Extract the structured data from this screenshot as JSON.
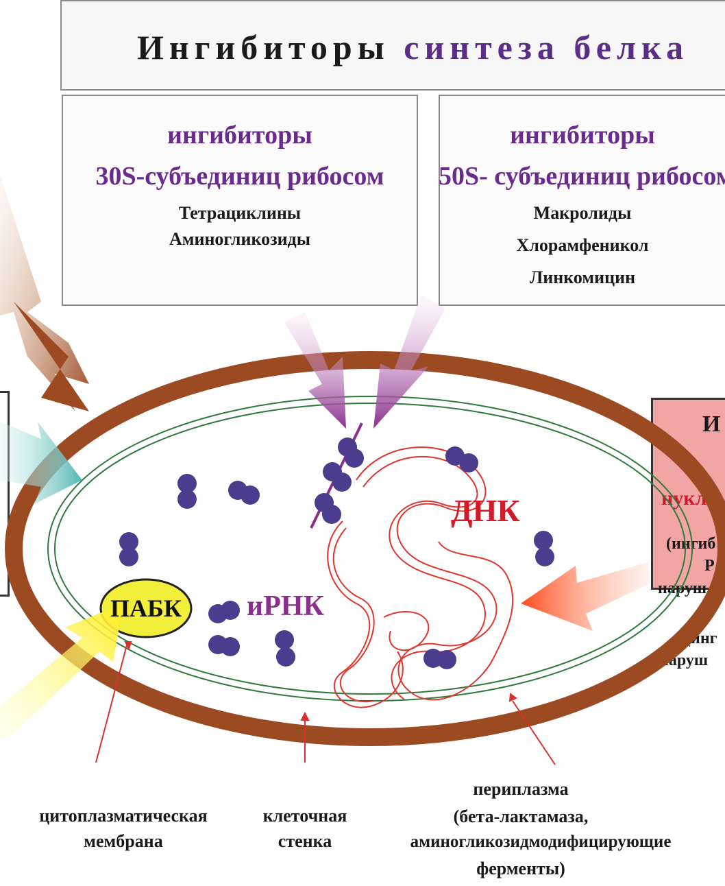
{
  "title": {
    "part1": "Ингибиторы",
    "part2": "синтеза белка"
  },
  "box_30s": {
    "heading1": "ингибиторы",
    "heading2": "30S-субъединиц рибосом",
    "items": [
      "Тетрациклины",
      "Аминогликозиды"
    ]
  },
  "box_50s": {
    "heading1": "ингибиторы",
    "heading2": "50S- субъединиц рибосом",
    "items": [
      "Макролиды",
      "Хлорамфеникол",
      "Линкомицин"
    ]
  },
  "cell": {
    "dna_label": "ДНК",
    "mrna_label": "иРНК",
    "paba_label": "ПАБК"
  },
  "labels": {
    "membrane_line1": "цитоплазматическая",
    "membrane_line2": "мембрана",
    "wall_line1": "клеточная",
    "wall_line2": "стенка",
    "periplasm_line1": "периплазма",
    "periplasm_line2": "(бета-лактамаза,",
    "periplasm_line3": "аминогликозидмодифицирующие",
    "periplasm_line4": "ферменты)"
  },
  "right_box": {
    "line1": "И",
    "line2": "нукл",
    "line3": "(ингиб",
    "line4": "Р",
    "line5": "наруш",
    "line6": "(инг",
    "line7": "наруш"
  },
  "colors": {
    "wall": "#9b4a22",
    "ribosome": "#4b3c8e",
    "dna": "#e0352b",
    "purple": "#6a2c8c",
    "paba_fill": "#f1ef3a",
    "pink_box": "#f2a5a5"
  }
}
